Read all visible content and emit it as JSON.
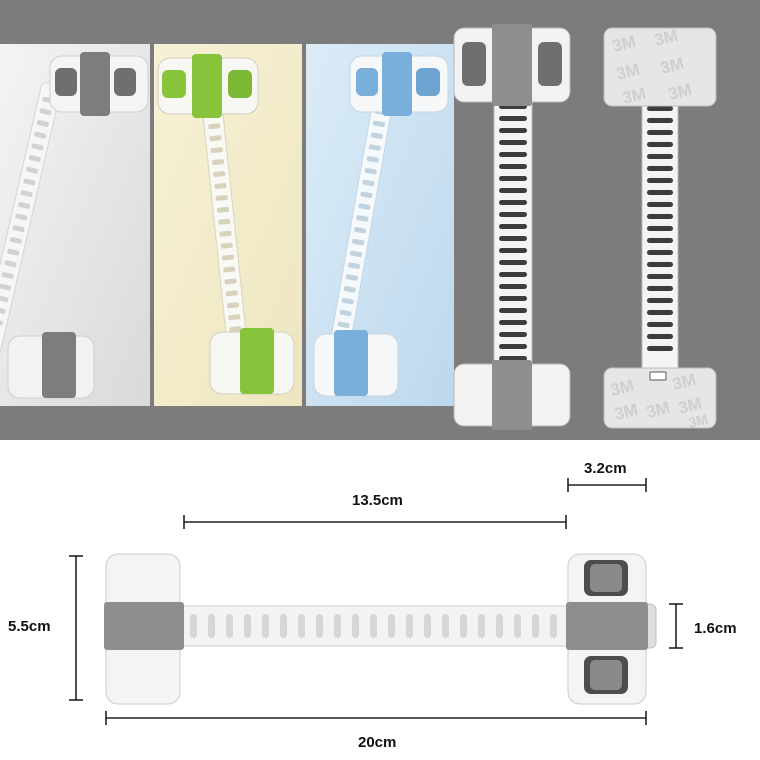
{
  "photo_panels": [
    {
      "id": "gray-lock",
      "background": "#e9e9e9",
      "accent": "#7d7d7d"
    },
    {
      "id": "green-lock",
      "background": "#f3eed2",
      "accent": "#86c43c"
    },
    {
      "id": "blue-lock",
      "background": "#cfe4f3",
      "accent": "#7aaedb"
    }
  ],
  "back_labels": [
    "3M",
    "3M",
    "3M",
    "3M",
    "3M",
    "3M",
    "3M",
    "3M",
    "3M",
    "3M",
    "3M",
    "3M"
  ],
  "colors": {
    "dark_background": "#7c7c7c",
    "housing_white": "#f3f3f3",
    "band_gray": "#8e8e8e",
    "button_dark": "#6f6f6f",
    "adhesive_pad": "#e6e6e6"
  },
  "dimensions": {
    "strap_length": "13.5cm",
    "block_width": "3.2cm",
    "height": "5.5cm",
    "strap_width": "1.6cm",
    "total_length": "20cm"
  }
}
